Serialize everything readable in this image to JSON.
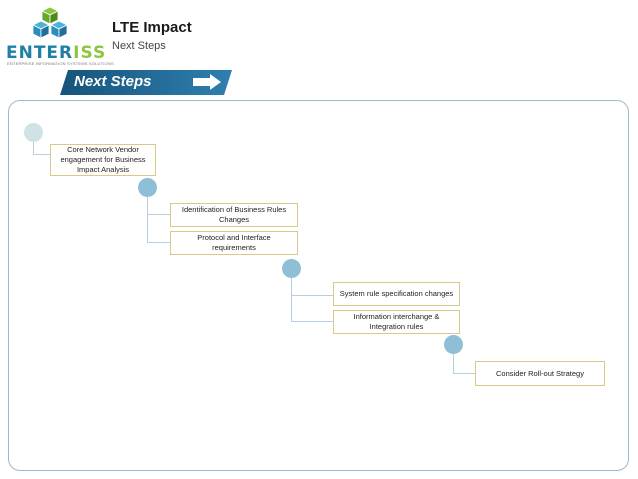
{
  "brand": {
    "name_part1": "ENTER",
    "name_part2": "ISS",
    "tagline": "ENTERPRISE INFORMATION SYSTEMS SOLUTIONS"
  },
  "header": {
    "title": "LTE Impact",
    "subtitle": "Next Steps"
  },
  "banner": {
    "label": "Next Steps"
  },
  "colors": {
    "dot_light": "#cfe3e6",
    "dot_mid": "#8fbfd6",
    "banner_dark": "#16547a",
    "box_border": "#d9c98c"
  },
  "steps": [
    {
      "boxes": [
        "Core Network Vendor engagement for Business Impact Analysis"
      ]
    },
    {
      "boxes": [
        "Identification of Business Rules Changes",
        "Protocol and Interface requirements"
      ]
    },
    {
      "boxes": [
        "System  rule specification changes",
        "Information interchange & Integration  rules"
      ]
    },
    {
      "boxes": [
        "Consider Roll-out Strategy"
      ]
    }
  ]
}
